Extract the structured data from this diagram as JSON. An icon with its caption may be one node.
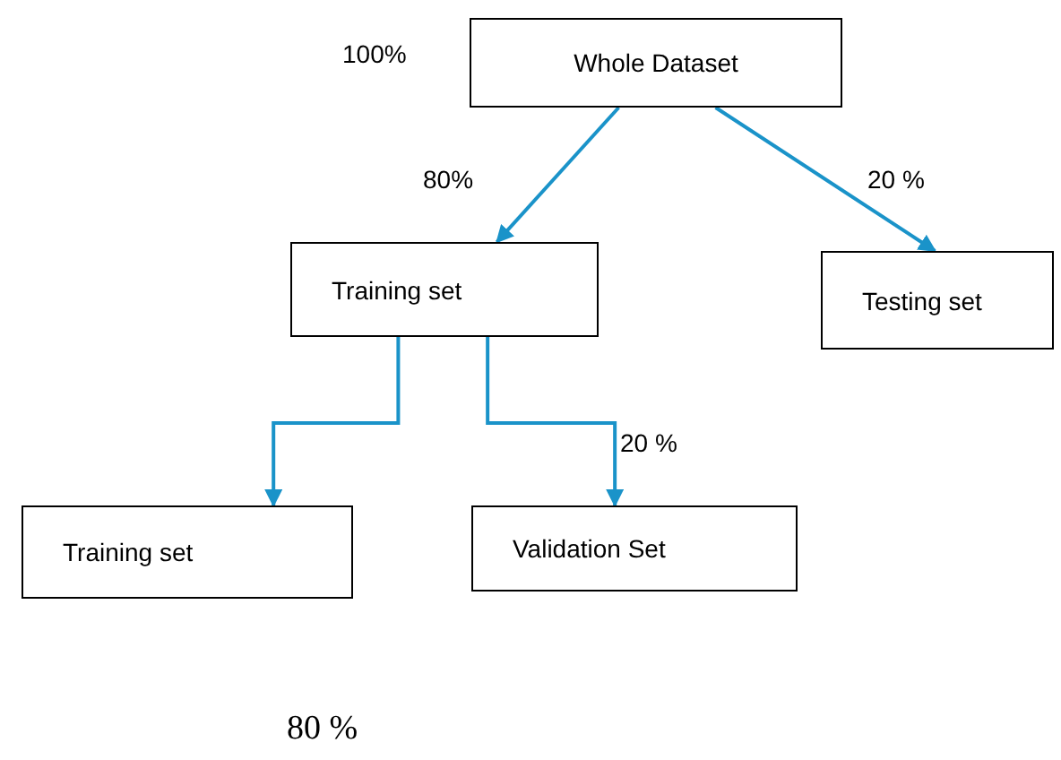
{
  "diagram": {
    "nodes": [
      {
        "text": [
          "Whole Dataset"
        ]
      },
      {
        "text": [
          "Training set"
        ]
      },
      {
        "text": [
          "Testing set"
        ]
      },
      {
        "text": [
          "Training set"
        ]
      },
      {
        "text": [
          "Validation Set"
        ]
      }
    ],
    "edges": [
      {
        "from": 0,
        "to": 1,
        "arrow": "to"
      },
      {
        "from": 0,
        "to": 2,
        "arrow": "to"
      },
      {
        "from": 1,
        "to": 3,
        "arrow": "to"
      },
      {
        "from": 1,
        "to": 4,
        "arrow": "to"
      }
    ],
    "labels": [
      "100%",
      "80%",
      "20 %",
      "20 %",
      "80 %"
    ]
  }
}
